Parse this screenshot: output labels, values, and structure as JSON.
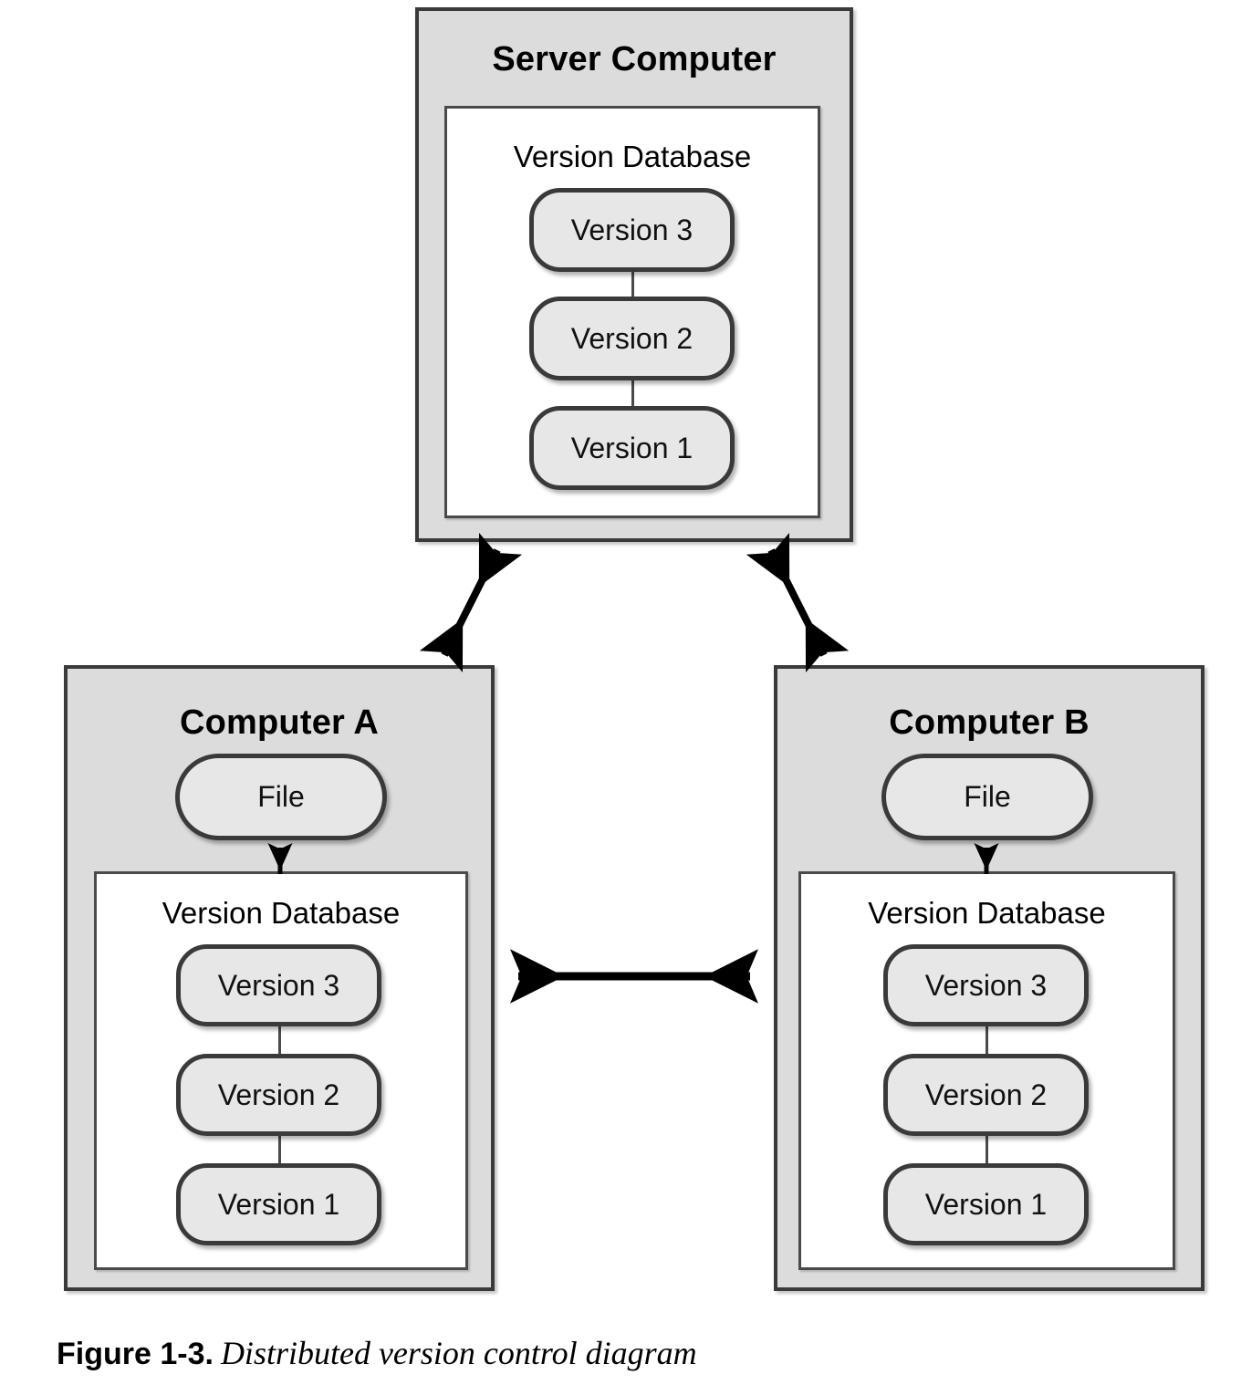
{
  "figure": {
    "label": "Figure 1-3.",
    "caption": "Distributed version control diagram"
  },
  "colors": {
    "machine_fill": "#dcdcdc",
    "database_fill": "#ffffff",
    "pill_fill": "#e7e7e7",
    "stroke": "#3a3a3a",
    "arrow": "#000000",
    "page_background": "#ffffff"
  },
  "server": {
    "title": "Server Computer",
    "database": {
      "title": "Version Database",
      "versions": [
        {
          "label": "Version 3"
        },
        {
          "label": "Version 2"
        },
        {
          "label": "Version 1"
        }
      ]
    }
  },
  "computer_a": {
    "title": "Computer A",
    "file": {
      "label": "File"
    },
    "database": {
      "title": "Version Database",
      "versions": [
        {
          "label": "Version 3"
        },
        {
          "label": "Version 2"
        },
        {
          "label": "Version 1"
        }
      ]
    }
  },
  "computer_b": {
    "title": "Computer B",
    "file": {
      "label": "File"
    },
    "database": {
      "title": "Version Database",
      "versions": [
        {
          "label": "Version 3"
        },
        {
          "label": "Version 2"
        },
        {
          "label": "Version 1"
        }
      ]
    }
  },
  "connections": [
    {
      "name": "server-to-computer-a",
      "style": "double-headed",
      "orientation": "diagonal"
    },
    {
      "name": "server-to-computer-b",
      "style": "double-headed",
      "orientation": "diagonal"
    },
    {
      "name": "computer-a-to-computer-b",
      "style": "double-headed",
      "orientation": "horizontal"
    },
    {
      "name": "database-to-file-a",
      "style": "single-headed",
      "orientation": "vertical-up"
    },
    {
      "name": "database-to-file-b",
      "style": "single-headed",
      "orientation": "vertical-up"
    }
  ]
}
